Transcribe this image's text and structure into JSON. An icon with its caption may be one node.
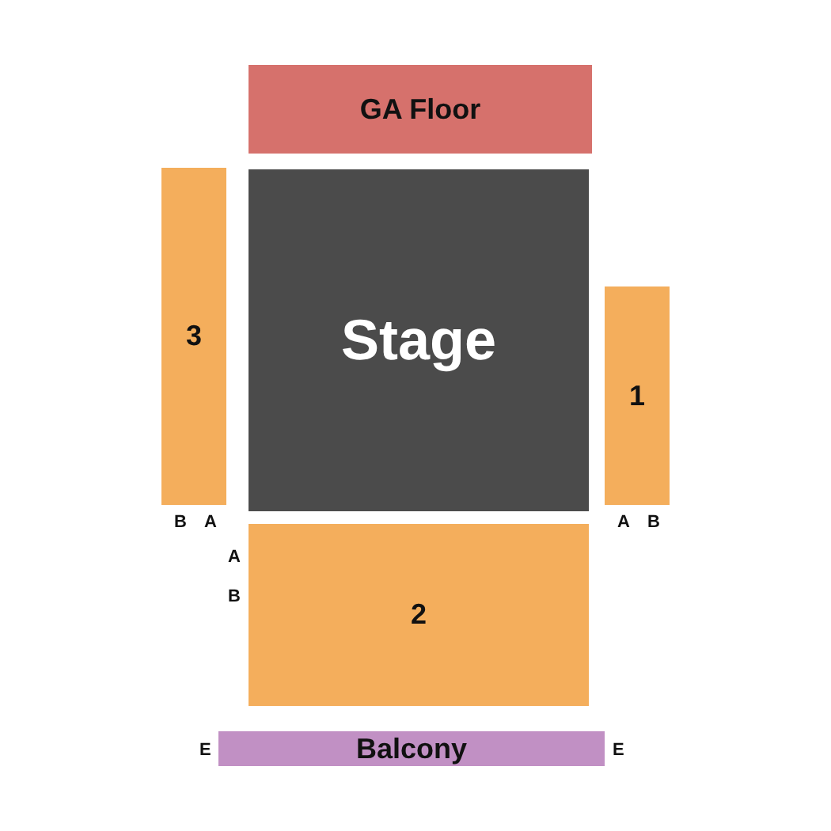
{
  "diagram": {
    "nodes": [
      {
        "text": [
          "GA Floor"
        ]
      },
      {
        "text": [
          "Stage"
        ]
      },
      {
        "text": [
          "3"
        ]
      },
      {
        "text": [
          "1"
        ]
      },
      {
        "text": [
          "2"
        ]
      },
      {
        "text": [
          "Balcony"
        ]
      }
    ],
    "labels": [
      "B",
      "A",
      "A",
      "B",
      "A",
      "B",
      "E",
      "E"
    ]
  }
}
